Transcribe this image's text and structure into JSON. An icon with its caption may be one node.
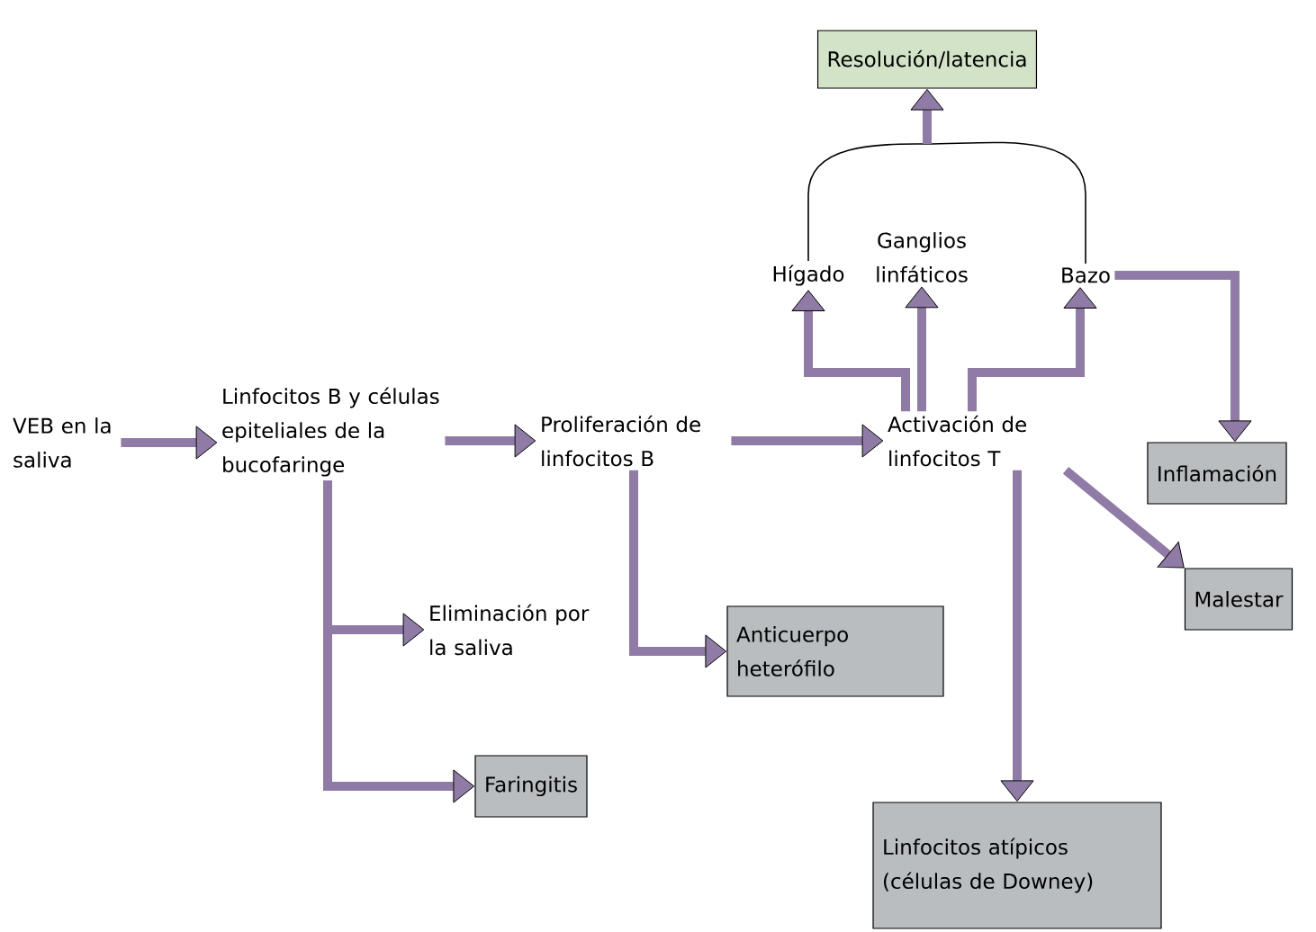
{
  "diagram": {
    "nodes": [
      {
        "text": [
          "VEB en la saliva"
        ]
      },
      {
        "text": [
          "Linfocitos B y células epiteliales de la bucofaringe"
        ]
      },
      {
        "text": [
          "Proliferación de linfocitos B"
        ]
      },
      {
        "text": [
          "Activación de linfocitos T"
        ]
      },
      {
        "text": [
          "Hígado"
        ]
      },
      {
        "text": [
          "Ganglios linfáticos"
        ]
      },
      {
        "text": [
          "Bazo"
        ]
      },
      {
        "text": [
          "Resolución/latencia"
        ]
      },
      {
        "text": [
          "Inflamación"
        ]
      },
      {
        "text": [
          "Malestar"
        ]
      },
      {
        "text": [
          "Eliminación por la saliva"
        ]
      },
      {
        "text": [
          "Anticuerpo heterófilo"
        ]
      },
      {
        "text": [
          "Faringitis"
        ]
      },
      {
        "text": [
          "Linfocitos atípicos (células de Downey)"
        ]
      }
    ],
    "edges": [
      {
        "from": 0,
        "to": 1,
        "arrow": "to"
      },
      {
        "from": 1,
        "to": 2,
        "arrow": "to"
      },
      {
        "from": 2,
        "to": 3,
        "arrow": "to"
      },
      {
        "from": 3,
        "to": 4,
        "arrow": "to"
      },
      {
        "from": 3,
        "to": 5,
        "arrow": "to"
      },
      {
        "from": 3,
        "to": 6,
        "arrow": "to"
      },
      {
        "from": 4,
        "to": 7,
        "arrow": "to",
        "color": "#000000"
      },
      {
        "from": 6,
        "to": 7,
        "arrow": "to",
        "color": "#000000"
      },
      {
        "from": 6,
        "to": 8,
        "arrow": "to"
      },
      {
        "from": 3,
        "to": 9,
        "arrow": "to"
      },
      {
        "from": 3,
        "to": 13,
        "arrow": "to"
      },
      {
        "from": 1,
        "to": 10,
        "arrow": "to"
      },
      {
        "from": 1,
        "to": 12,
        "arrow": "to"
      },
      {
        "from": 2,
        "to": 11,
        "arrow": "to"
      }
    ]
  }
}
